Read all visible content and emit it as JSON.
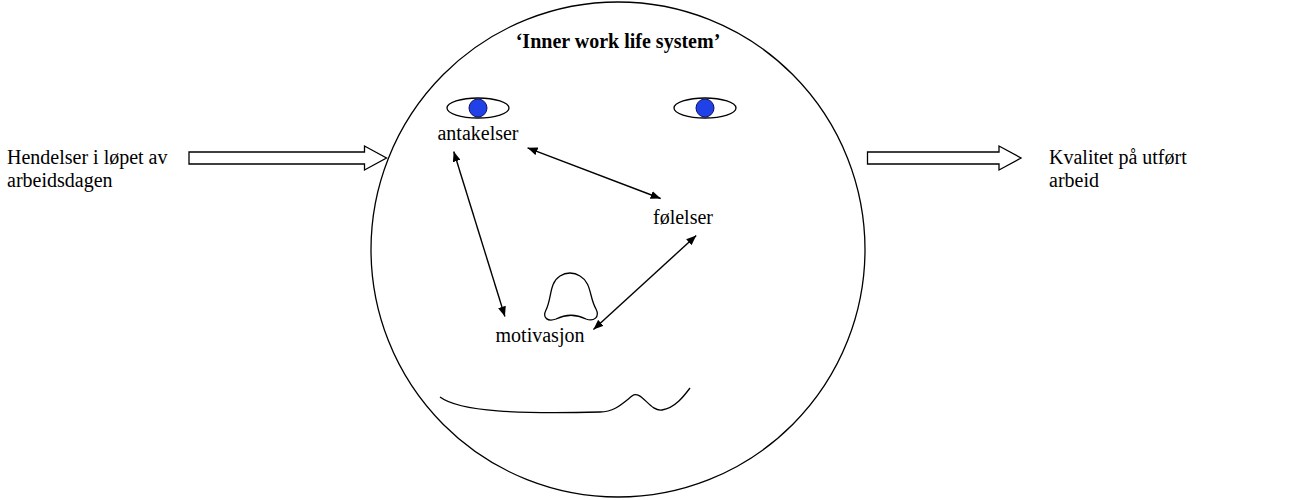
{
  "diagram": {
    "nodes": [
      {
        "text": [
          "Hendelser i løpet av arbeidsdagen"
        ]
      },
      {
        "text": [
          "‘Inner work life system’"
        ]
      },
      {
        "text": [
          "antakelser"
        ],
        "in": 1
      },
      {
        "text": [
          "følelser"
        ],
        "in": 1
      },
      {
        "text": [
          "motivasjon"
        ],
        "in": 1
      },
      {
        "text": [
          "Kvalitet på utført arbeid"
        ]
      }
    ],
    "edges": [
      {
        "from": 0,
        "to": 1,
        "arrow": "to"
      },
      {
        "from": 1,
        "to": 5,
        "arrow": "to"
      },
      {
        "from": 2,
        "to": 3,
        "arrow": "both"
      },
      {
        "from": 2,
        "to": 4,
        "arrow": "both"
      },
      {
        "from": 4,
        "to": 3,
        "arrow": "both"
      }
    ]
  }
}
